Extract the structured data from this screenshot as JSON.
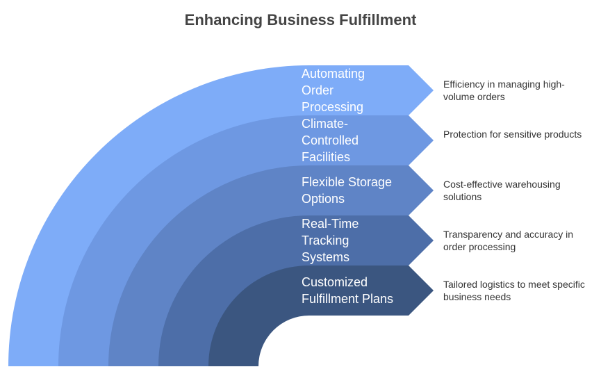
{
  "title": "Enhancing Business Fulfillment",
  "layers": [
    {
      "label_lines": [
        "Automating",
        "Order",
        "Processing"
      ],
      "description": "Efficiency in managing high-volume orders",
      "color": "#7eacf8"
    },
    {
      "label_lines": [
        "Climate-",
        "Controlled",
        "Facilities"
      ],
      "description": "Protection for sensitive products",
      "color": "#6e98e2"
    },
    {
      "label_lines": [
        "Flexible Storage",
        "Options"
      ],
      "description": "Cost-effective warehousing solutions",
      "color": "#5f84c6"
    },
    {
      "label_lines": [
        "Real-Time",
        "Tracking",
        "Systems"
      ],
      "description": "Transparency and accuracy in order processing",
      "color": "#4d6ea8"
    },
    {
      "label_lines": [
        "Customized",
        "Fulfillment Plans"
      ],
      "description": "Tailored logistics to meet specific business needs",
      "color": "#3b5680"
    }
  ]
}
